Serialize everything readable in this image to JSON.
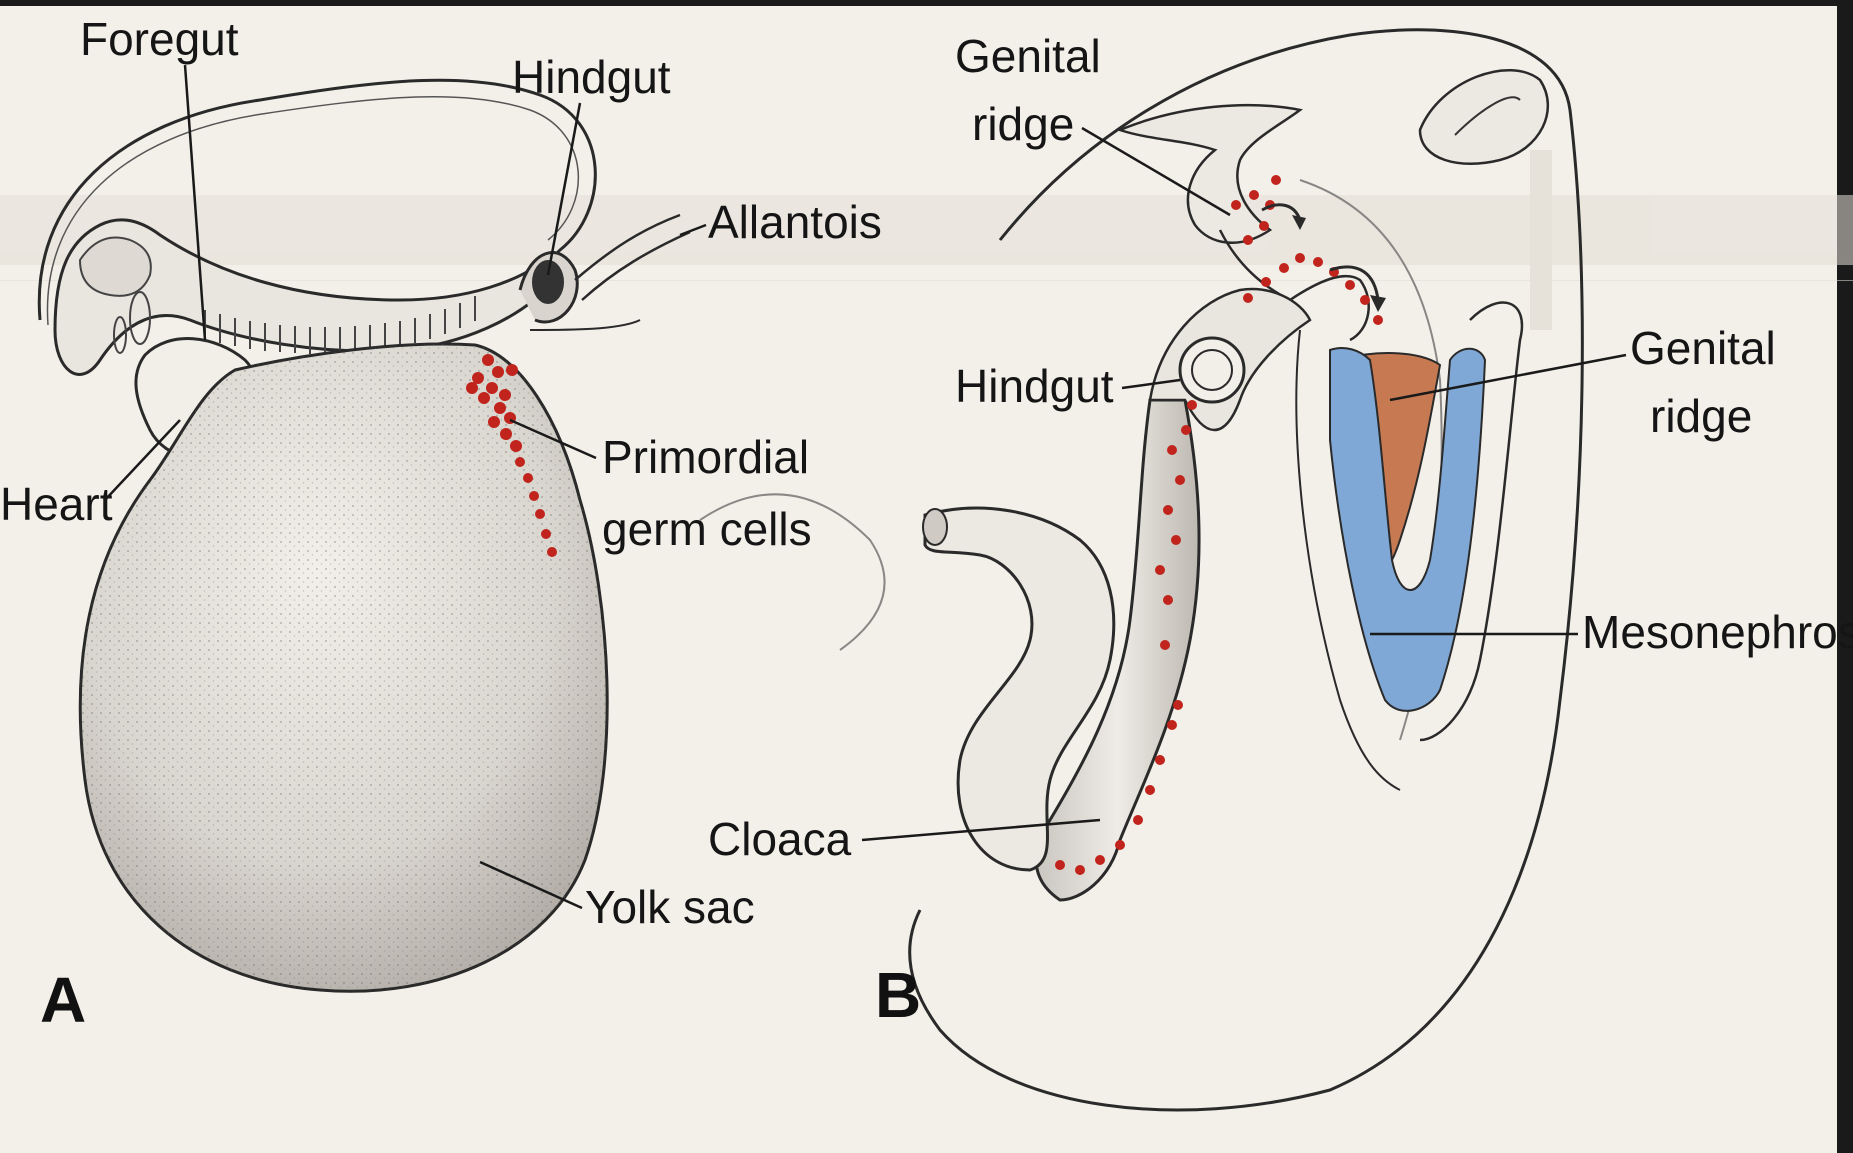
{
  "figure": {
    "panel_a": {
      "letter": "A",
      "labels": {
        "foregut": "Foregut",
        "hindgut": "Hindgut",
        "allantois": "Allantois",
        "heart": "Heart",
        "primordial_line1": "Primordial",
        "primordial_line2": "germ cells",
        "yolk_sac": "Yolk sac"
      }
    },
    "panel_b": {
      "letter": "B",
      "labels": {
        "genital_ridge_top_line1": "Genital",
        "genital_ridge_top_line2": "ridge",
        "hindgut": "Hindgut",
        "genital_ridge_right_line1": "Genital",
        "genital_ridge_right_line2": "ridge",
        "mesonephros": "Mesonephros",
        "cloaca": "Cloaca"
      }
    },
    "colors": {
      "germ_cells": "#c0241c",
      "genital_ridge_fill": "#c77a52",
      "mesonephros_fill": "#7fa8d6",
      "paper": "#f3f0ea",
      "ink": "#1a1a1a"
    }
  }
}
